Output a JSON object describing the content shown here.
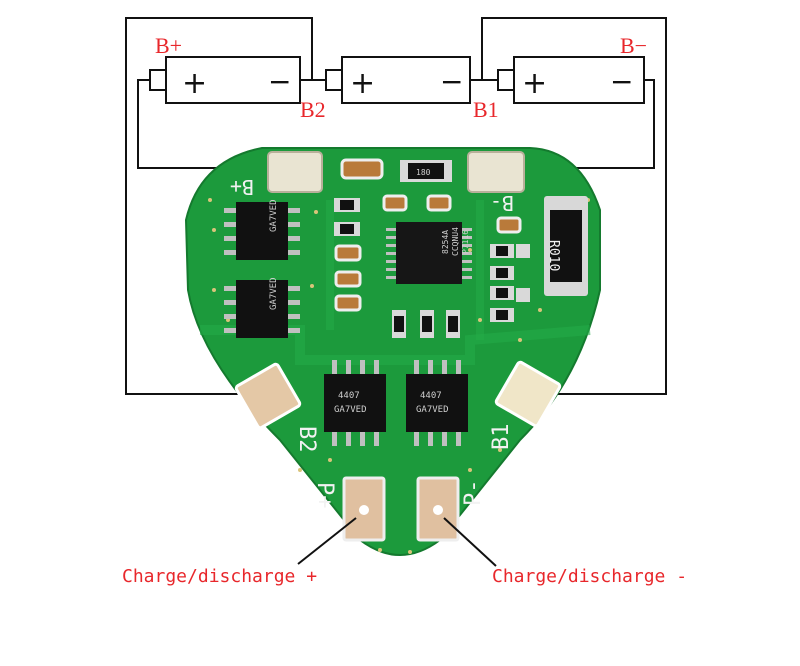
{
  "labels": {
    "b_plus": "B+",
    "b_minus": "B−",
    "b2": "B2",
    "b1": "B1"
  },
  "battery_sign": {
    "plus": "+",
    "minus": "−"
  },
  "board": {
    "silk_b_plus": "B+",
    "silk_b_minus": "B-",
    "silk_b2": "B2",
    "silk_b1": "B1",
    "silk_p_plus": "P+",
    "silk_p_minus": "P-",
    "shunt_marking": "R010",
    "mosfet_marking_1": "4407",
    "mosfet_marking_2": "GA7VED",
    "ic_marking_1": "8254A",
    "ic_marking_2": "CCQNU4",
    "ic_marking_3": "P7116",
    "res_marking": "180"
  },
  "captions": {
    "charge_plus": "Charge/discharge +",
    "charge_minus": "Charge/discharge -"
  },
  "colors": {
    "label_red": "#e8272b",
    "pcb_green": "#1c9a3c",
    "wire": "#111111"
  }
}
